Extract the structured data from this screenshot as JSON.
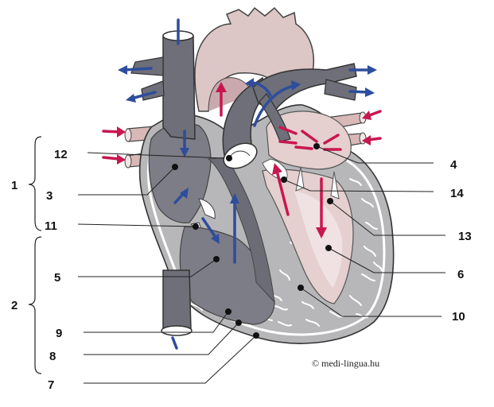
{
  "labels": {
    "l1": "1",
    "l2": "2",
    "l3": "3",
    "l4": "4",
    "l5": "5",
    "l6": "6",
    "l7": "7",
    "l8": "8",
    "l9": "9",
    "l10": "10",
    "l11": "11",
    "l12": "12",
    "l13": "13",
    "l14": "14"
  },
  "copyright": "© medi-lingua.hu",
  "colors": {
    "deoxygenated": "#2e4d9c",
    "oxygenated": "#c8174f",
    "vein_gray": "#6e6f78",
    "chamber_dark": "#7c7d86",
    "aorta_pink": "#dcc6c6",
    "chamber_pink": "#e5cfcf",
    "myocardium": "#b7b7b9"
  }
}
